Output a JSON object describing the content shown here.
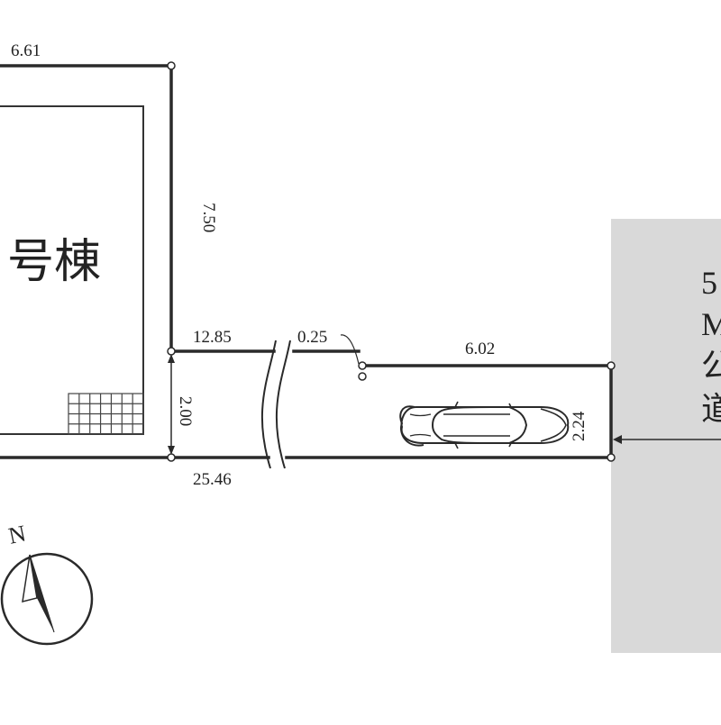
{
  "building": {
    "label": "号棟"
  },
  "dimensions": {
    "top_width": "6.61",
    "right_side": "7.50",
    "path_left_length": "12.85",
    "path_gap": "0.25",
    "parking_length": "6.02",
    "path_width": "2.00",
    "frontage": "2.24",
    "total_length": "25.46"
  },
  "road": {
    "lines": [
      "5",
      "M",
      "公",
      "道"
    ],
    "color": "#d9d9d9"
  },
  "compass": {
    "label": "N"
  },
  "icons": [
    "car-icon",
    "compass-icon",
    "entrance-arrow-icon"
  ]
}
